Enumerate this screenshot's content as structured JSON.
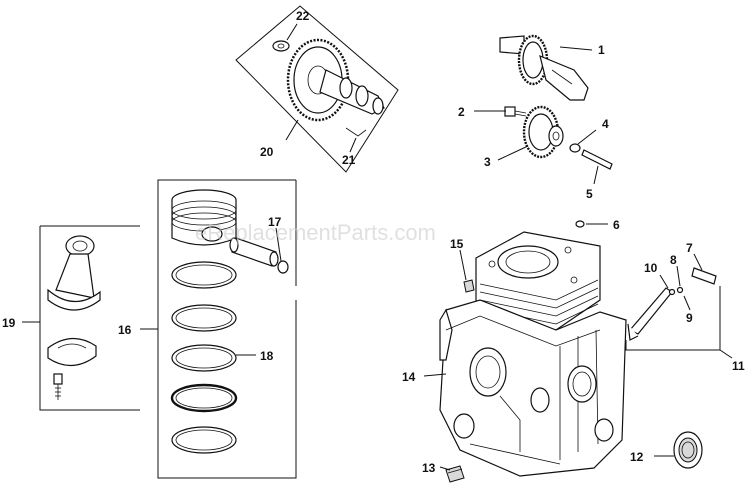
{
  "watermark": "eReplacementParts.com",
  "callouts": {
    "c1": "1",
    "c2": "2",
    "c3": "3",
    "c4": "4",
    "c5": "5",
    "c6": "6",
    "c7": "7",
    "c8": "8",
    "c9": "9",
    "c10": "10",
    "c11": "11",
    "c12": "12",
    "c13": "13",
    "c14": "14",
    "c15": "15",
    "c16": "16",
    "c17": "17",
    "c18": "18",
    "c19": "19",
    "c20": "20",
    "c21": "21",
    "c22": "22"
  }
}
